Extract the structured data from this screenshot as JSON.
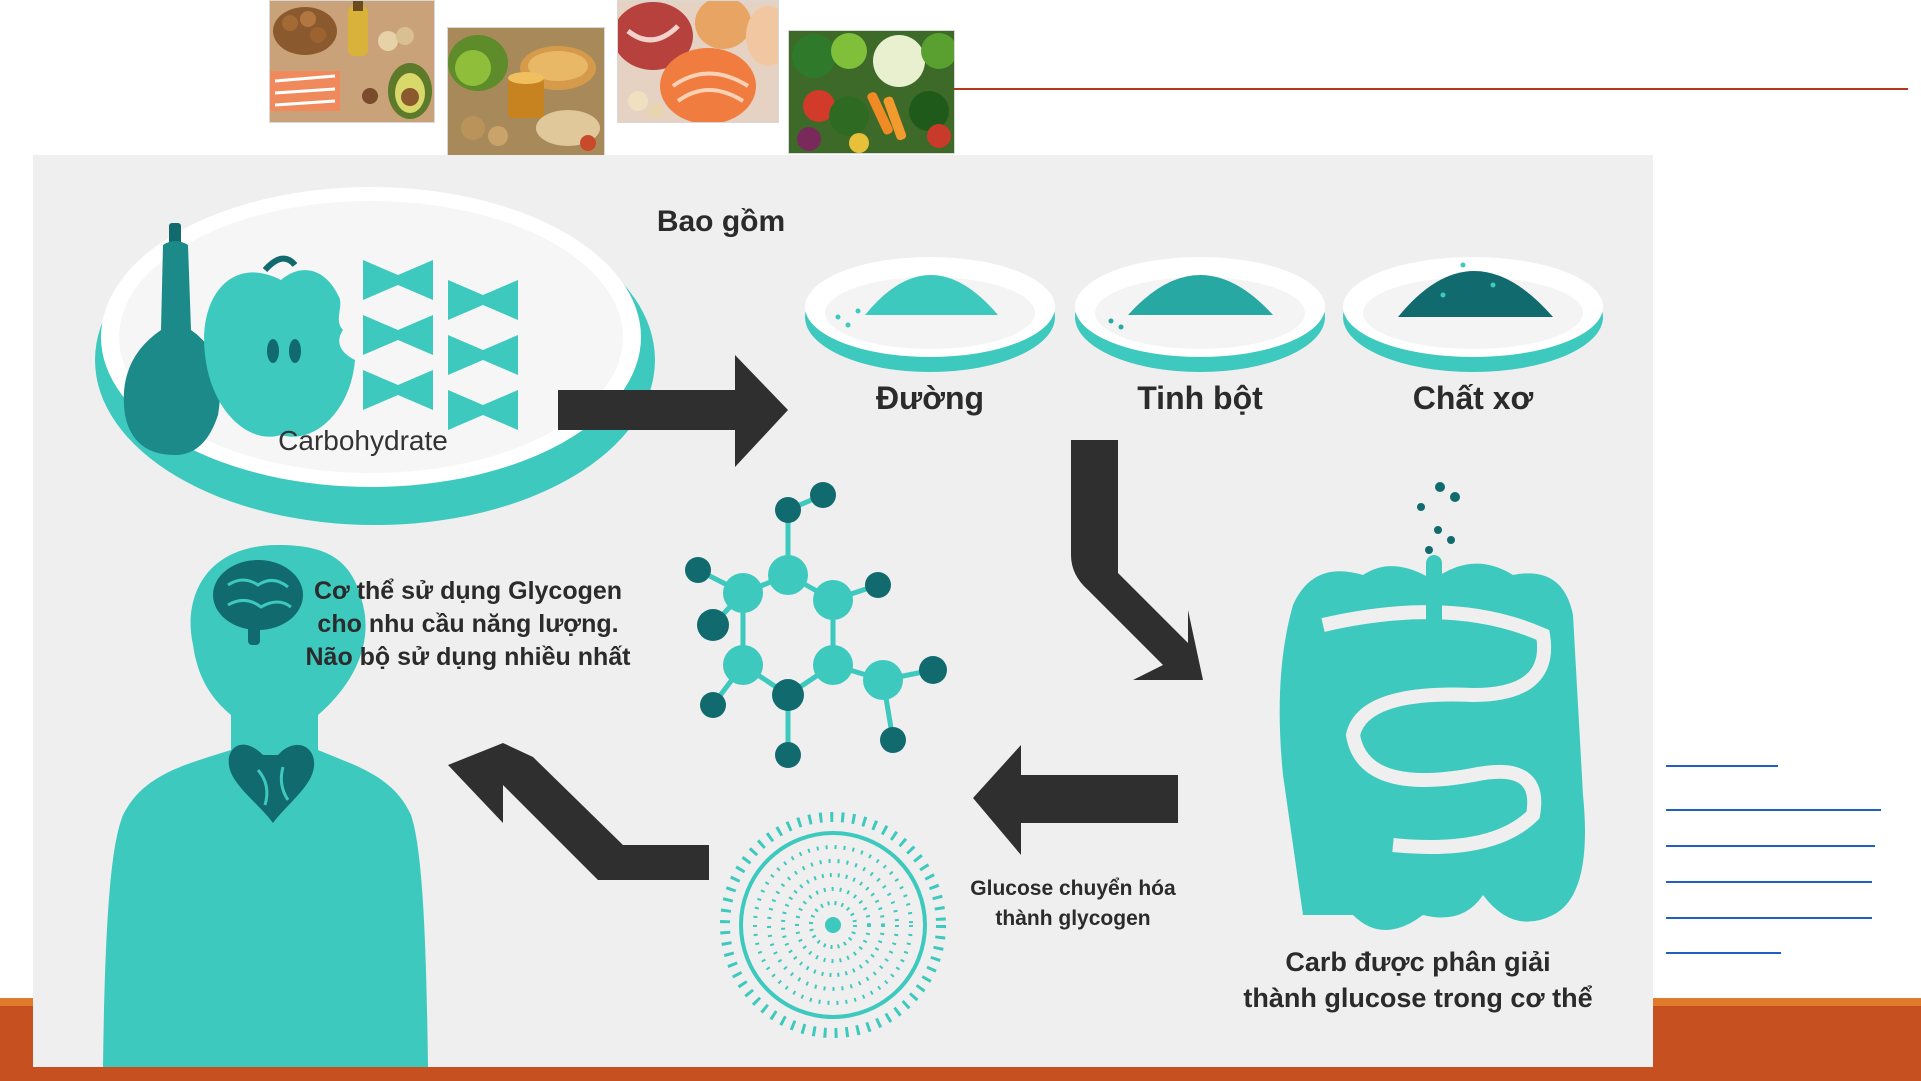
{
  "colors": {
    "accent": "#3ec9be",
    "accent_dark": "#116b6e",
    "arrow": "#2f2f2f",
    "panel_bg": "#efefef",
    "footer": "#c6501f",
    "rule": "#b5371d",
    "link": "#1f5fbf"
  },
  "photos": [
    {
      "name": "photo-fats-nuts-oil-salmon",
      "caption": "nuts, olive oil, salmon, avocado"
    },
    {
      "name": "photo-bread-vegetables",
      "caption": "bread, vegetables, honey"
    },
    {
      "name": "photo-meat-salmon-eggs",
      "caption": "meat, salmon, eggs"
    },
    {
      "name": "photo-vegetables",
      "caption": "mixed vegetables"
    }
  ],
  "diagram": {
    "heading": "Bao gồm",
    "carb_label": "Carbohydrate",
    "components": [
      "Đường",
      "Tinh bột",
      "Chất xơ"
    ],
    "body_text": [
      "Cơ thể sử dụng Glycogen",
      "cho nhu cầu năng lượng.",
      "Não bộ sử dụng nhiều nhất"
    ],
    "glycogen_text": [
      "Glucose chuyển hóa",
      "thành glycogen"
    ],
    "digestion_text": [
      "Carb được phân giải",
      "thành glucose trong cơ thể"
    ]
  },
  "icons": [
    "butternut-squash-icon",
    "apple-icon",
    "bowtie-pasta-icon",
    "sugar-pile-icon",
    "starch-pile-icon",
    "fiber-pile-icon",
    "intestine-icon",
    "molecule-icon",
    "glycogen-granule-icon",
    "human-body-icon",
    "brain-icon",
    "heart-icon"
  ]
}
